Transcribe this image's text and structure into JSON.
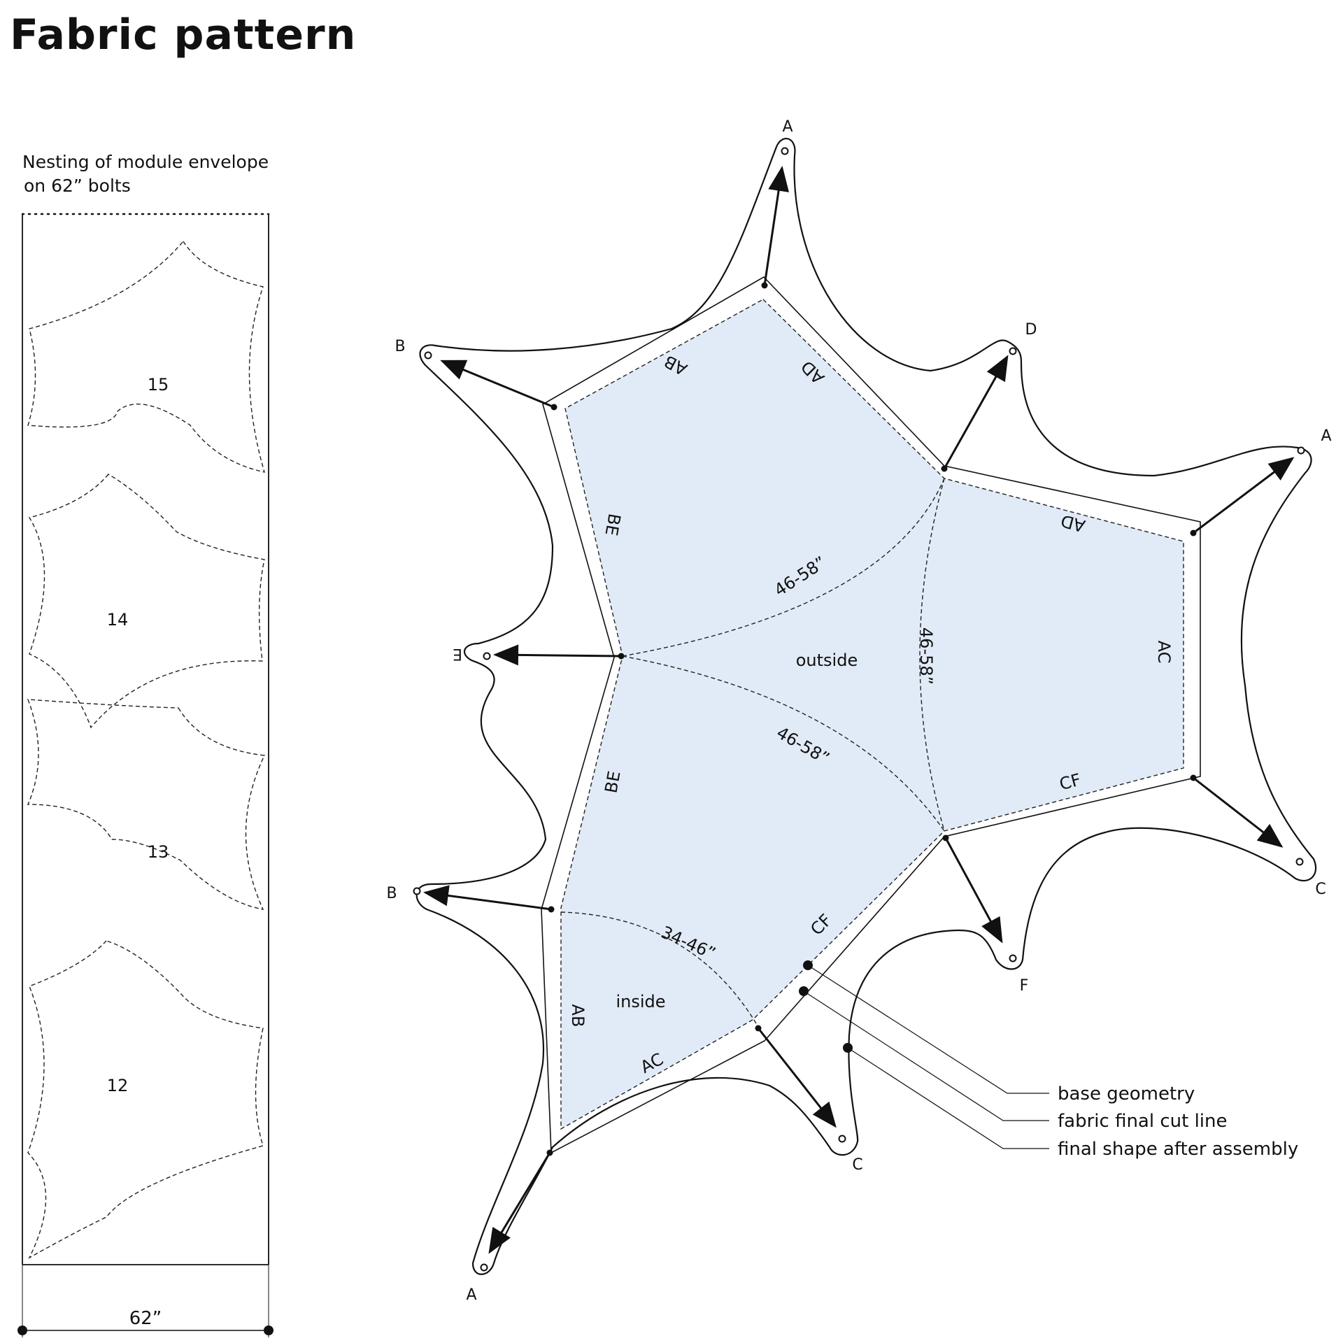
{
  "title": "Fabric pattern",
  "nesting": {
    "caption_line1": "Nesting of module envelope",
    "caption_line2": "on 62” bolts",
    "modules": [
      "15",
      "14",
      "13",
      "12"
    ],
    "width_label": "62”"
  },
  "points": {
    "A_top": "A",
    "D_upper": "D",
    "A_right": "A",
    "B_upper": "B",
    "E": "E",
    "B_lower": "B",
    "C_right": "C",
    "F": "F",
    "C_bottom": "C",
    "A_bottom": "A"
  },
  "edges": {
    "ab_top": "AB",
    "ad_top": "AD",
    "be_upper": "BE",
    "ad_right": "AD",
    "ac_right": "AC",
    "cf_right": "CF",
    "be_lower": "BE",
    "cf_lower": "CF",
    "ab_lower": "AB",
    "ac_lower": "AC"
  },
  "measurements": {
    "upper": "46-58”",
    "vertical": "46-58”",
    "middle": "46-58”",
    "lower": "34-46”"
  },
  "regions": {
    "outside": "outside",
    "inside": "inside"
  },
  "legend": {
    "base_geometry": "base geometry",
    "fabric_cut": "fabric final cut line",
    "final_shape": "final shape after assembly"
  },
  "colors": {
    "fill": "#e1ebf7",
    "line": "#111111"
  }
}
